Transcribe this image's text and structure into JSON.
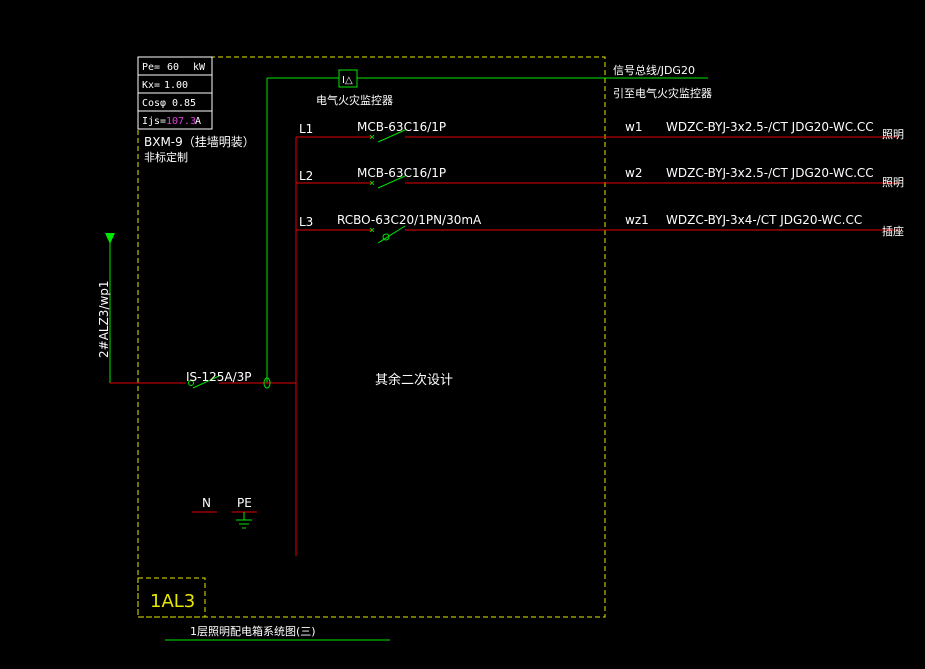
{
  "panel": {
    "name": "1AL3",
    "model": "BXM-9（挂墙明装）",
    "note": "非标定制",
    "caption": "1层照明配电箱系统图(三)",
    "secondary_design": "其余二次设计"
  },
  "params": {
    "pe_label": "Pe=",
    "pe_value": "60",
    "pe_unit": "kW",
    "kx_label": "Kx=",
    "kx_value": "1.00",
    "cos_label": "Cosφ",
    "cos_value": "0.85",
    "ijs_label": "Ijs=",
    "ijs_value": "107.3",
    "ijs_unit": "A"
  },
  "incoming": {
    "label": "2#ALZ3/wp1",
    "breaker": "IS-125A/3P"
  },
  "fire_monitor": {
    "symbol": "I△",
    "label": "电气火灾监控器",
    "signal_line": "信号总线/JDG20",
    "signal_dest": "引至电气火灾监控器"
  },
  "circuits": [
    {
      "phase": "L1",
      "breaker": "MCB-63C16/1P",
      "id": "w1",
      "cable": "WDZC-BYJ-3x2.5-/CT JDG20-WC.CC",
      "load": "照明"
    },
    {
      "phase": "L2",
      "breaker": "MCB-63C16/1P",
      "id": "w2",
      "cable": "WDZC-BYJ-3x2.5-/CT JDG20-WC.CC",
      "load": "照明"
    },
    {
      "phase": "L3",
      "breaker": "RCBO-63C20/1PN/30mA",
      "id": "wz1",
      "cable": "WDZC-BYJ-3x4-/CT JDG20-WC.CC",
      "load": "插座"
    }
  ],
  "terminals": {
    "n": "N",
    "pe": "PE"
  },
  "colors": {
    "background": "#000000",
    "power_line": "#e60000",
    "signal_line": "#00e600",
    "frame": "#e6e600",
    "text": "#ffffff"
  }
}
